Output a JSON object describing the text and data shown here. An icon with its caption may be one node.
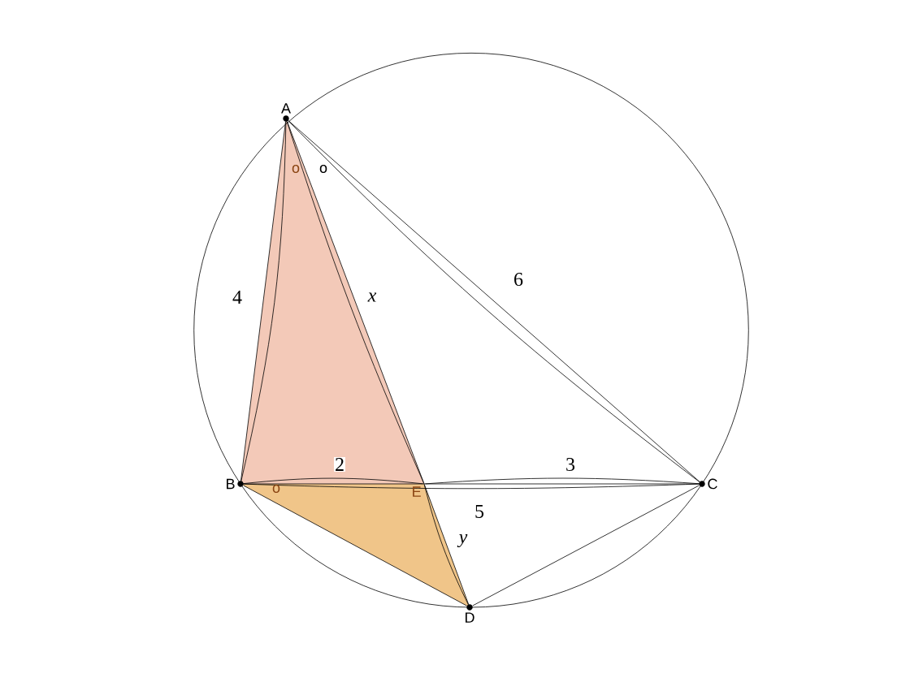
{
  "diagram": {
    "nodes": [
      {
        "text": [
          "A"
        ]
      },
      {
        "text": [
          "B"
        ]
      },
      {
        "text": [
          "C"
        ]
      },
      {
        "text": [
          "D"
        ]
      },
      {
        "text": [
          "E"
        ]
      }
    ],
    "edges": [
      {
        "from": 0,
        "to": 1,
        "arrow": "none",
        "label": "4"
      },
      {
        "from": 0,
        "to": 4,
        "arrow": "none",
        "label": "x"
      },
      {
        "from": 0,
        "to": 2,
        "arrow": "none",
        "label": "6"
      },
      {
        "from": 1,
        "to": 4,
        "arrow": "none",
        "label": "2"
      },
      {
        "from": 4,
        "to": 2,
        "arrow": "none",
        "label": "3"
      },
      {
        "from": 4,
        "to": 3,
        "arrow": "none",
        "label": "y"
      },
      {
        "from": 1,
        "to": 3,
        "arrow": "none"
      },
      {
        "from": 2,
        "to": 3,
        "arrow": "none"
      }
    ],
    "labels": [
      "o",
      "o",
      "5",
      "o"
    ]
  }
}
